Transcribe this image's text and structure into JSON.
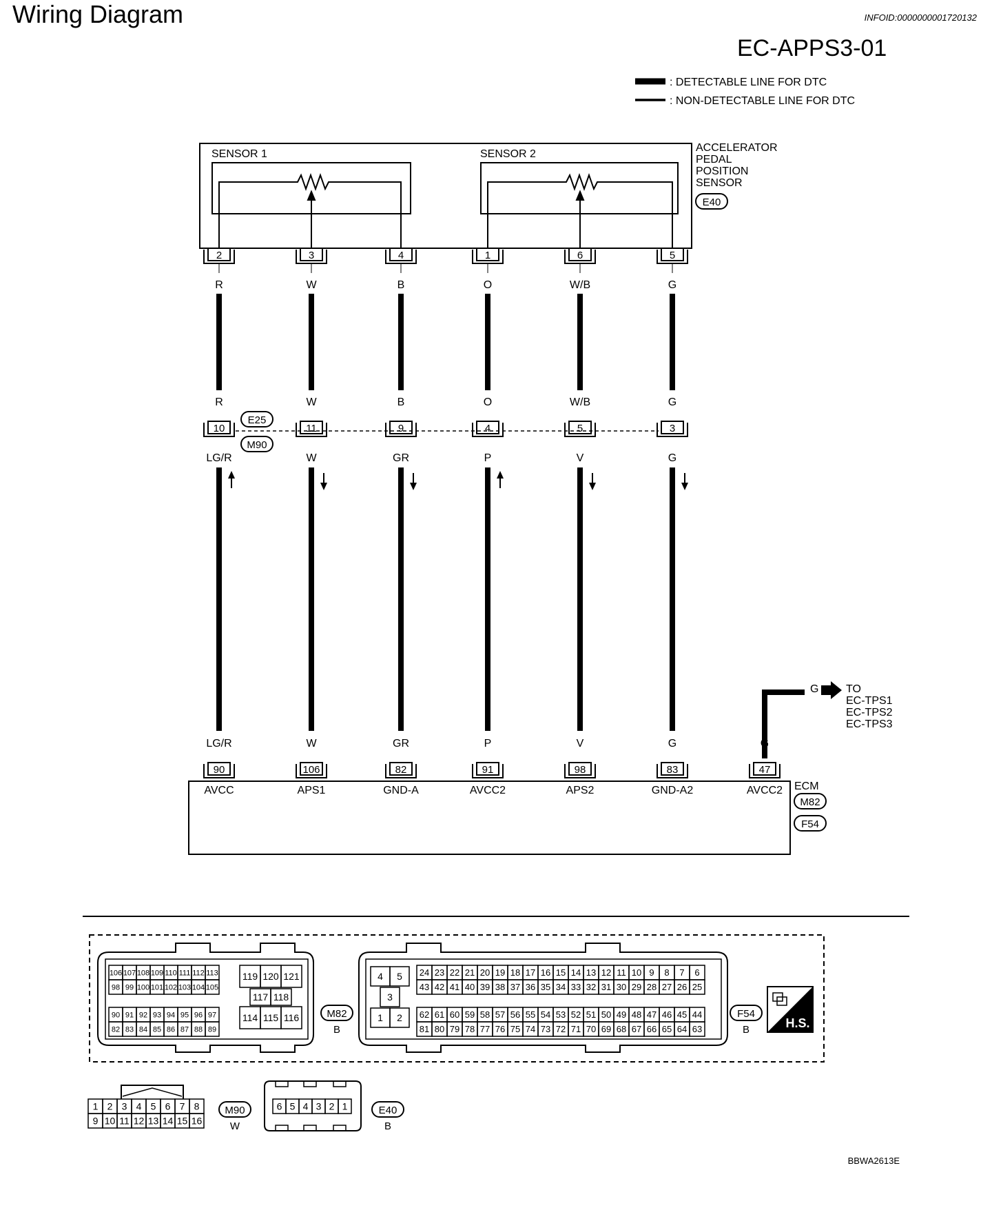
{
  "page_title": "Wiring Diagram",
  "info_id": "INFOID:0000000001720132",
  "diagram_id": "EC-APPS3-01",
  "legend": {
    "detectable": ": DETECTABLE LINE FOR DTC",
    "non_detectable": ": NON-DETECTABLE LINE FOR DTC"
  },
  "sensor": {
    "name_lines": [
      "ACCELERATOR",
      "PEDAL",
      "POSITION",
      "SENSOR"
    ],
    "connector": "E40",
    "sensor1_label": "SENSOR 1",
    "sensor2_label": "SENSOR 2"
  },
  "joint_connectors": [
    "E25",
    "M90"
  ],
  "ecm": {
    "label": "ECM",
    "connectors": [
      "M82",
      "F54"
    ]
  },
  "wires": [
    {
      "sensor_pin": "2",
      "color_top": "R",
      "joint_pin": "10",
      "color_bottom": "LG/R",
      "flow": "up",
      "ecm_pin": "90",
      "ecm_signal": "AVCC"
    },
    {
      "sensor_pin": "3",
      "color_top": "W",
      "joint_pin": "11",
      "color_bottom": "W",
      "flow": "down",
      "ecm_pin": "106",
      "ecm_signal": "APS1"
    },
    {
      "sensor_pin": "4",
      "color_top": "B",
      "joint_pin": "9",
      "color_bottom": "GR",
      "flow": "down",
      "ecm_pin": "82",
      "ecm_signal": "GND-A"
    },
    {
      "sensor_pin": "1",
      "color_top": "O",
      "joint_pin": "4",
      "color_bottom": "P",
      "flow": "up",
      "ecm_pin": "91",
      "ecm_signal": "AVCC2"
    },
    {
      "sensor_pin": "6",
      "color_top": "W/B",
      "joint_pin": "5",
      "color_bottom": "V",
      "flow": "down",
      "ecm_pin": "98",
      "ecm_signal": "APS2"
    },
    {
      "sensor_pin": "5",
      "color_top": "G",
      "joint_pin": "3",
      "color_bottom": "G",
      "flow": "down",
      "ecm_pin": "83",
      "ecm_signal": "GND-A2"
    }
  ],
  "extra_wire": {
    "ecm_pin": "47",
    "ecm_signal": "AVCC2",
    "color": "G",
    "branch_color": "G",
    "to_lines": [
      "TO",
      "EC-TPS1",
      "EC-TPS2",
      "EC-TPS3"
    ]
  },
  "connector_views": {
    "m82": {
      "id": "M82",
      "color": "B",
      "rows": [
        [
          "106",
          "107",
          "108",
          "109",
          "110",
          "111",
          "112",
          "113"
        ],
        [
          "98",
          "99",
          "100",
          "101",
          "102",
          "103",
          "104",
          "105"
        ],
        [
          "90",
          "91",
          "92",
          "93",
          "94",
          "95",
          "96",
          "97"
        ],
        [
          "82",
          "83",
          "84",
          "85",
          "86",
          "87",
          "88",
          "89"
        ]
      ],
      "big_rows": [
        [
          "119",
          "120",
          "121"
        ],
        [
          "117",
          "118"
        ],
        [
          "114",
          "115",
          "116"
        ]
      ]
    },
    "f54": {
      "id": "F54",
      "color": "B",
      "side_pins": [
        "4",
        "5",
        "3",
        "1",
        "2"
      ],
      "rows": [
        [
          "24",
          "23",
          "22",
          "21",
          "20",
          "19",
          "18",
          "17",
          "16",
          "15",
          "14",
          "13",
          "12",
          "11",
          "10",
          "9",
          "8",
          "7",
          "6"
        ],
        [
          "43",
          "42",
          "41",
          "40",
          "39",
          "38",
          "37",
          "36",
          "35",
          "34",
          "33",
          "32",
          "31",
          "30",
          "29",
          "28",
          "27",
          "26",
          "25"
        ],
        [
          "62",
          "61",
          "60",
          "59",
          "58",
          "57",
          "56",
          "55",
          "54",
          "53",
          "52",
          "51",
          "50",
          "49",
          "48",
          "47",
          "46",
          "45",
          "44"
        ],
        [
          "81",
          "80",
          "79",
          "78",
          "77",
          "76",
          "75",
          "74",
          "73",
          "72",
          "71",
          "70",
          "69",
          "68",
          "67",
          "66",
          "65",
          "64",
          "63"
        ]
      ]
    },
    "m90": {
      "id": "M90",
      "color": "W",
      "rows": [
        [
          "1",
          "2",
          "3",
          "4",
          "5",
          "6",
          "7",
          "8"
        ],
        [
          "9",
          "10",
          "11",
          "12",
          "13",
          "14",
          "15",
          "16"
        ]
      ]
    },
    "e40": {
      "id": "E40",
      "color": "B",
      "pins": [
        "6",
        "5",
        "4",
        "3",
        "2",
        "1"
      ]
    }
  },
  "hs_badge": "H.S.",
  "figure_code": "BBWA2613E"
}
